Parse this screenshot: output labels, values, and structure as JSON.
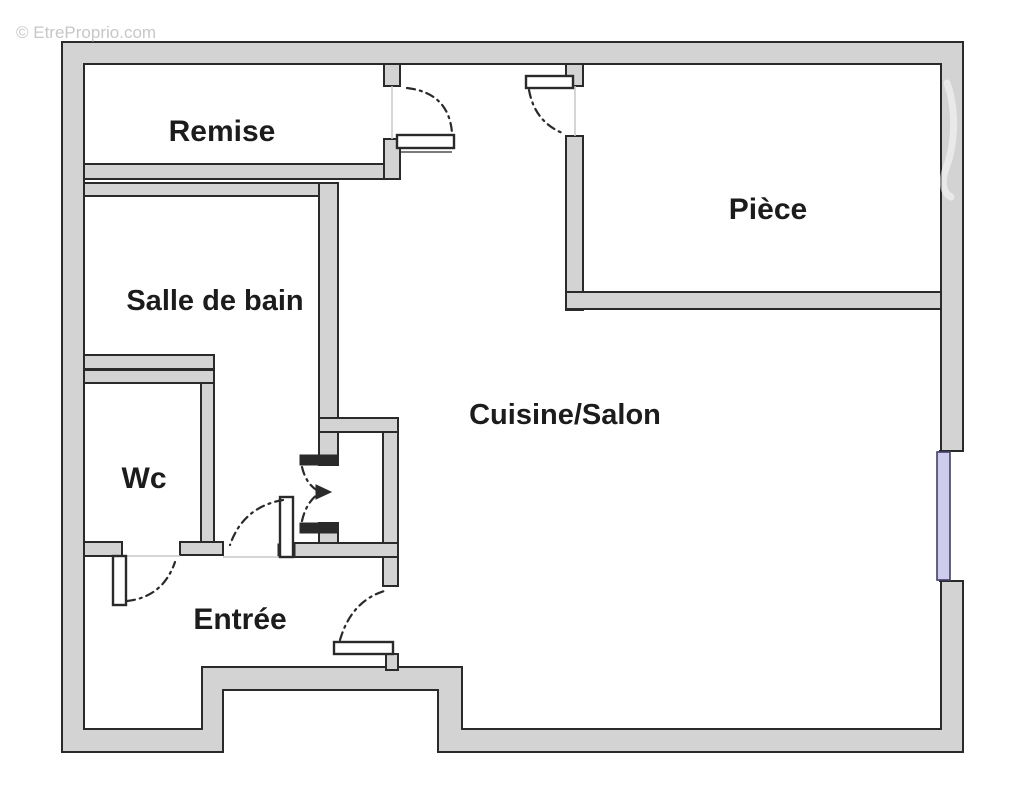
{
  "watermark": "© EtreProprio.com",
  "plan": {
    "type": "apartment-floor-plan",
    "rooms": [
      {
        "id": "remise",
        "label": "Remise"
      },
      {
        "id": "salle-de-bain",
        "label": "Salle de bain"
      },
      {
        "id": "wc",
        "label": "Wc"
      },
      {
        "id": "entree",
        "label": "Entrée"
      },
      {
        "id": "cuisine-salon",
        "label": "Cuisine/Salon"
      },
      {
        "id": "piece",
        "label": "Pièce"
      }
    ],
    "features": {
      "doors": [
        "remise-door",
        "piece-door",
        "wc-door",
        "closet-double-door",
        "hall-door",
        "entry-door"
      ],
      "window": "right-wall-window"
    },
    "colors": {
      "background": "#ffffff",
      "wall_fill": "#d3d3d3",
      "wall_outline": "#2a2a2a",
      "window_fill": "#cfcbed",
      "window_outline": "#3f3f66",
      "label": "#1c1c1c",
      "watermark": "#c7c7c7"
    }
  }
}
